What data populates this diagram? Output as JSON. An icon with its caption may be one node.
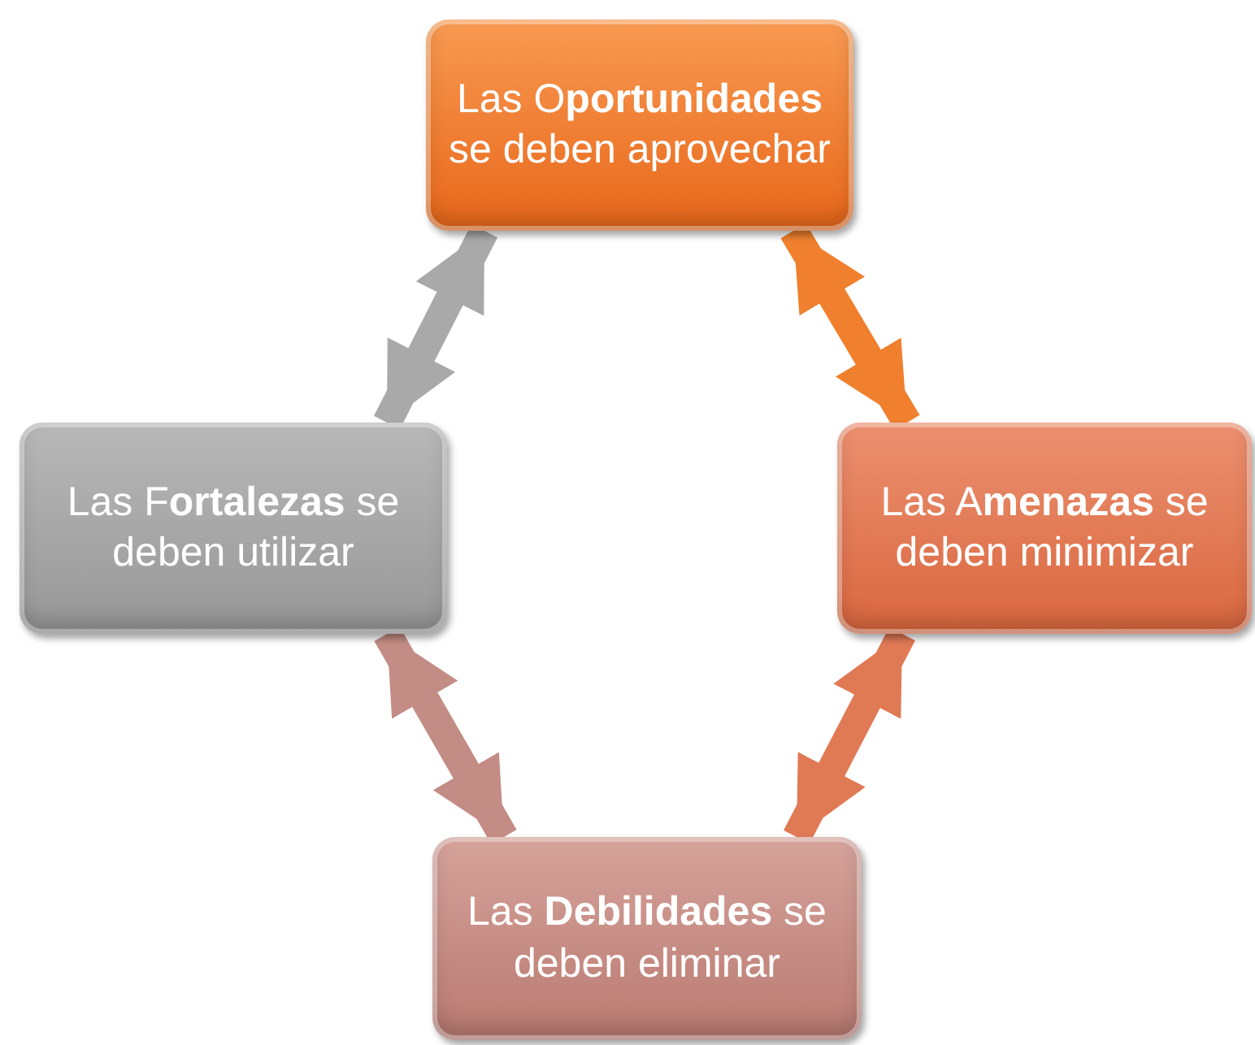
{
  "diagram": {
    "nodes": [
      {
        "text": [
          "Las O**portunidades** se deben aprovechar"
        ]
      },
      {
        "text": [
          "Las F**ortalezas** se deben utilizar"
        ]
      },
      {
        "text": [
          "Las A**menazas** se deben minimizar"
        ]
      },
      {
        "text": [
          "Las **Debilidades** se deben eliminar"
        ]
      }
    ],
    "edges": [
      {
        "from": 0,
        "to": 1,
        "arrow": "both",
        "color": "#a9a9a9"
      },
      {
        "from": 0,
        "to": 2,
        "arrow": "both",
        "color": "#f0802e"
      },
      {
        "from": 1,
        "to": 3,
        "arrow": "both",
        "color": "#c38c84"
      },
      {
        "from": 2,
        "to": 3,
        "arrow": "both",
        "color": "#e07a55"
      }
    ]
  }
}
